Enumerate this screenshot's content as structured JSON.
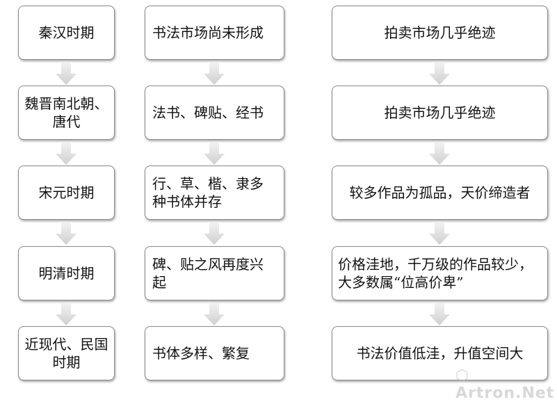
{
  "columns": [
    {
      "items": [
        "秦汉时期",
        "魏晋南北朝、唐代",
        "宋元时期",
        "明清时期",
        "近现代、民国时期"
      ]
    },
    {
      "items": [
        "书法市场尚未形成",
        "法书、碑贴、经书",
        "行、草、楷、隶多种书体并存",
        "碑、贴之风再度兴起",
        "书体多样、繁复"
      ]
    },
    {
      "items": [
        "拍卖市场几乎绝迹",
        "拍卖市场几乎绝迹",
        "较多作品为孤品，天价缔造者",
        "价格洼地，千万级的作品较少，大多数属“位高价卑”",
        "书法价值低洼，升值空间大"
      ]
    }
  ],
  "watermark": "Artron.Net"
}
